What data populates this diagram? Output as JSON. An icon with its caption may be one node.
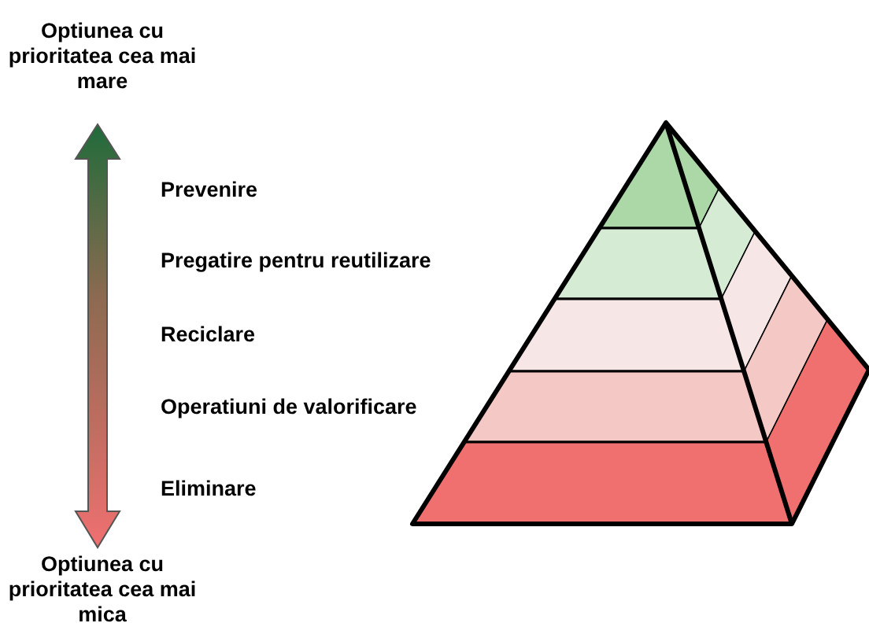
{
  "diagram": {
    "labels": [
      "Optiunea cu prioritatea cea mai mare",
      "Prevenire",
      "Pregatire pentru reutilizare",
      "Reciclare",
      "Operatiuni de valorificare",
      "Eliminare",
      "Optiunea cu prioritatea cea mai mica"
    ]
  }
}
